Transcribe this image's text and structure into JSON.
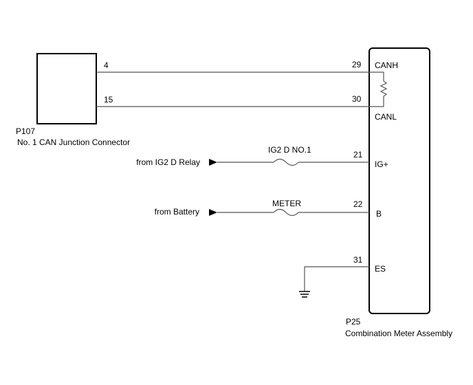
{
  "connectors": {
    "p107": {
      "code": "P107",
      "name": "No. 1 CAN Junction Connector",
      "pins": {
        "canh": "4",
        "canl": "15"
      }
    },
    "p25": {
      "code": "P25",
      "name": "Combination Meter Assembly",
      "pins": {
        "canh": "29",
        "canl": "30",
        "ig": "21",
        "b": "22",
        "es": "31"
      },
      "terminals": {
        "canh": "CANH",
        "canl": "CANL",
        "ig": "IG+",
        "b": "B",
        "es": "ES"
      }
    }
  },
  "sources": {
    "ig2_relay": "from IG2 D Relay",
    "battery": "from Battery"
  },
  "fuses": {
    "ig2": "IG2 D NO.1",
    "meter": "METER"
  }
}
